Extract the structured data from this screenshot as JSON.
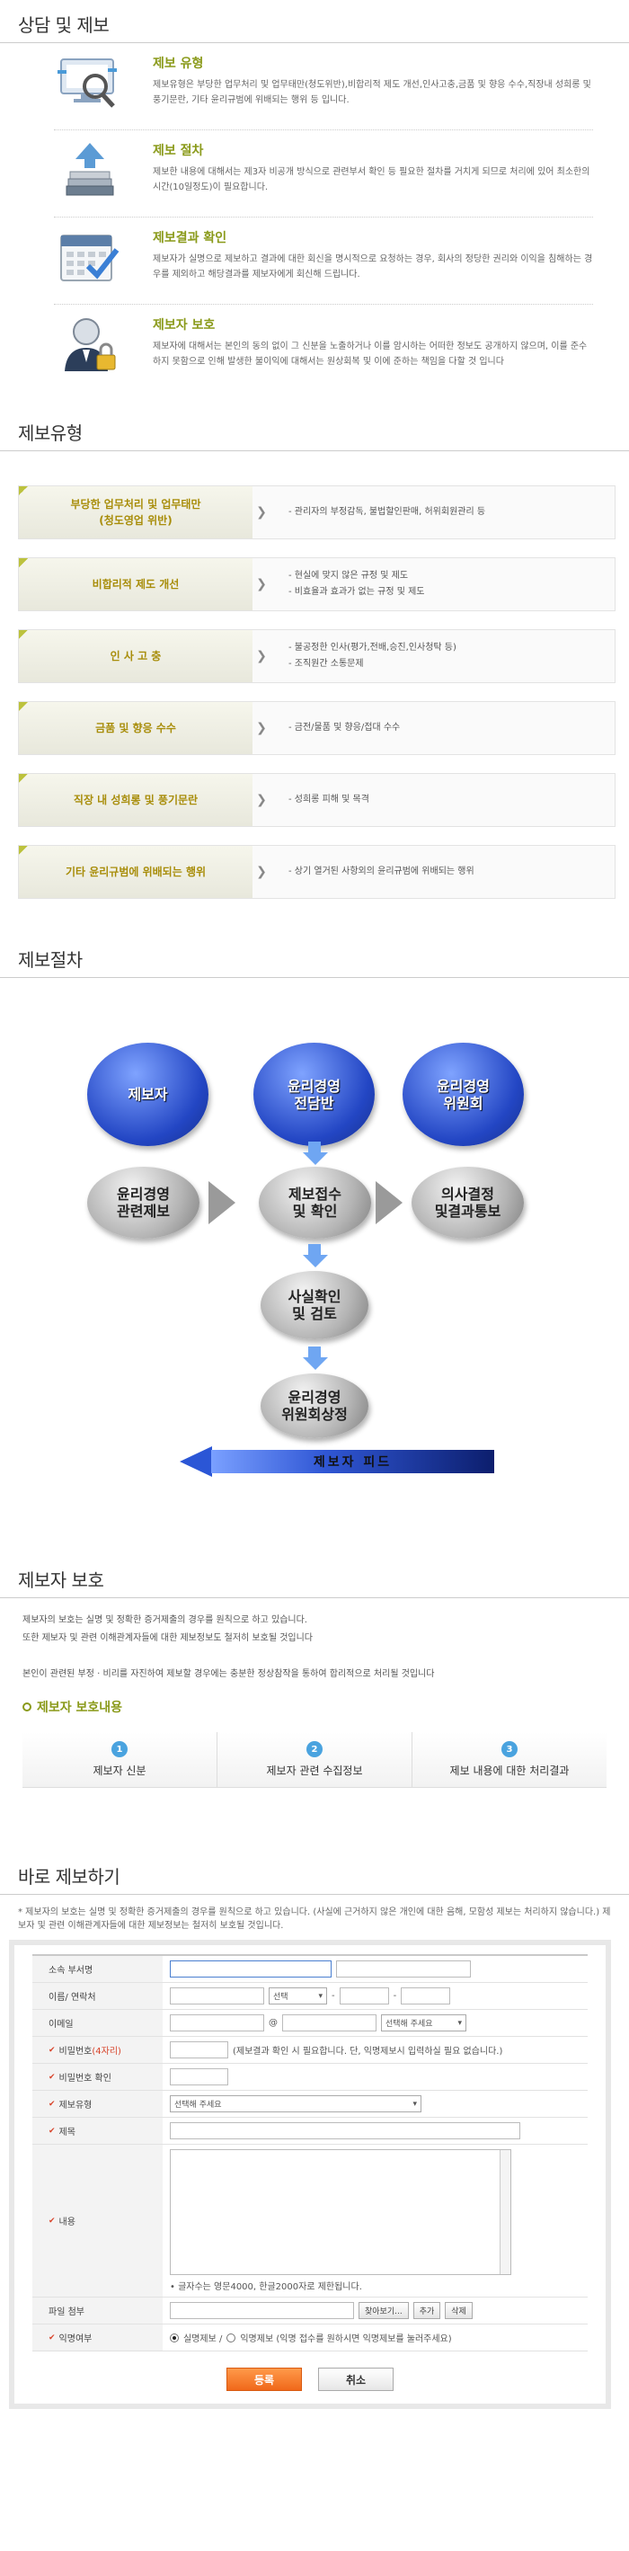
{
  "consult": {
    "title": "상담 및 제보",
    "items": [
      {
        "icon": "monitor-magnifier-icon",
        "title": "제보 유형",
        "desc": "제보유형은 부당한 업무처리 및 업무태만(청도위반),비합리적 제도 개선,인사고충,금품 및 향응 수수,직장내 성희롱 및 풍기문란, 기타 윤리규범에 위배되는 행위 등 입니다."
      },
      {
        "icon": "upload-stack-icon",
        "title": "제보 절차",
        "desc": "제보한 내용에 대해서는 제3자 비공개 방식으로 관련부서 확인 등 필요한 절차를 거치게 되므로 처리에 있어 최소한의 시간(10일정도)이 필요합니다."
      },
      {
        "icon": "calendar-check-icon",
        "title": "제보결과 확인",
        "desc": "제보자가 실명으로 제보하고 결과에 대한 회신을 명시적으로 요청하는 경우, 회사의 정당한 권리와 이익을 침해하는 경우를 제외하고 해당결과를 제보자에게 회신해 드립니다."
      },
      {
        "icon": "user-lock-icon",
        "title": "제보자 보호",
        "desc": "제보자에 대해서는 본인의 동의 없이 그 신분을 노출하거나 이를 암시하는 어떠한 정보도 공개하지 않으며, 이를 준수하지 못함으로 인해 발생한 불이익에 대해서는 원상회복 및 이에 준하는 책임을 다할 것 입니다"
      }
    ]
  },
  "types": {
    "title": "제보유형",
    "rows": [
      {
        "label_lines": [
          "부당한 업무처리 및 업무태만",
          "(청도영업 위반)"
        ],
        "desc_lines": [
          "- 관리자의 부정감독, 불법할인판매, 허위회원관리 등"
        ]
      },
      {
        "label_lines": [
          "비합리적 제도 개선"
        ],
        "desc_lines": [
          "- 현실에 맞지 않은 규정 및 제도",
          "- 비효율과 효과가 없는 규정 및 제도"
        ]
      },
      {
        "label_lines": [
          "인 사 고 충"
        ],
        "desc_lines": [
          "- 불공정한 인사(평가,전배,승진,인사청탁 등)",
          "- 조직원간 소통문제"
        ]
      },
      {
        "label_lines": [
          "금품 및 향응 수수"
        ],
        "desc_lines": [
          "- 금전/물품 및 향응/접대 수수"
        ]
      },
      {
        "label_lines": [
          "직장 내 성희롱 및 풍기문란"
        ],
        "desc_lines": [
          "- 성희롱 피해 및 목격"
        ]
      },
      {
        "label_lines": [
          "기타 윤리규범에 위배되는 행위"
        ],
        "desc_lines": [
          "- 상기 열거된 사항외의 윤리규범에 위배되는 행위"
        ]
      }
    ]
  },
  "process": {
    "title": "제보절차",
    "nodes": {
      "reporter": "제보자",
      "ethics_team": [
        "윤리경영",
        "전담반"
      ],
      "ethics_committee": [
        "윤리경영",
        "위원회"
      ],
      "ethics_report": [
        "윤리경영",
        "관련제보"
      ],
      "receipt": [
        "제보접수",
        "및 확인"
      ],
      "decision": [
        "의사결정",
        "및결과통보"
      ],
      "fact_check": [
        "사실확인",
        "및 검토"
      ],
      "committee_review": [
        "윤리경영",
        "위원회상정"
      ]
    },
    "feedback": "제보자 피드"
  },
  "protection": {
    "title": "제보자 보호",
    "lines": [
      "제보자의 보호는 실명 및 정확한 증거제출의 경우를 원칙으로 하고 있습니다.",
      "또한 제보자 및 관련 이해관계자들에 대한 제보정보도 철저히 보호될 것입니다",
      "",
      "본인이 관련된 부정 · 비리를 자진하여 제보할 경우에는 충분한 정상참작을 통하여 합리적으로 처리될 것입니다"
    ],
    "sub_title": "제보자 보호내용",
    "columns": [
      {
        "num": "1",
        "label": "제보자 신분"
      },
      {
        "num": "2",
        "label": "제보자 관련 수집정보"
      },
      {
        "num": "3",
        "label": "제보 내용에 대한 처리결과"
      }
    ]
  },
  "form": {
    "title": "바로 제보하기",
    "note": "* 제보자의 보호는 실명 및 정확한 증거제출의 경우를 원칙으로 하고 있습니다. (사실에 근거하지 않은 개인에 대한 음해, 모함성 제보는 처리하지 않습니다.) 제보자 및 관련 이해관계자들에 대한 제보정보는 철저히 보호될 것입니다.",
    "labels": {
      "dept": "소속 부서명",
      "name_phone": "이름/ 연락처",
      "email": "이메일",
      "password": "비밀번호",
      "password_hint": "(4자리)",
      "password_confirm": "비밀번호 확인",
      "type": "제보유형",
      "subject": "제목",
      "content": "내용",
      "file": "파일 첨부",
      "anonymous": "익명여부"
    },
    "phone_select": "선택",
    "phone_dash": "-",
    "email_at": "@",
    "email_select": "선택해 주세요",
    "password_note": "(제보결과 확인 시 필요합니다. 단, 익명제보시 입력하실 필요 없습니다.)",
    "type_select": "선택해 주세요",
    "content_note": "• 글자수는 영문4000, 한글2000자로 제한됩니다.",
    "file_browse": "찾아보기...",
    "file_add": "추가",
    "file_delete": "삭제",
    "anon_real": "실명제보 /",
    "anon_anon": "익명제보 (익명 접수를 원하시면 익명제보를 눌러주세요)",
    "submit": "등록",
    "cancel": "취소"
  },
  "colors": {
    "accent": "#8a9a1a",
    "orange": "#f0681a",
    "blue": "#2346c4"
  }
}
